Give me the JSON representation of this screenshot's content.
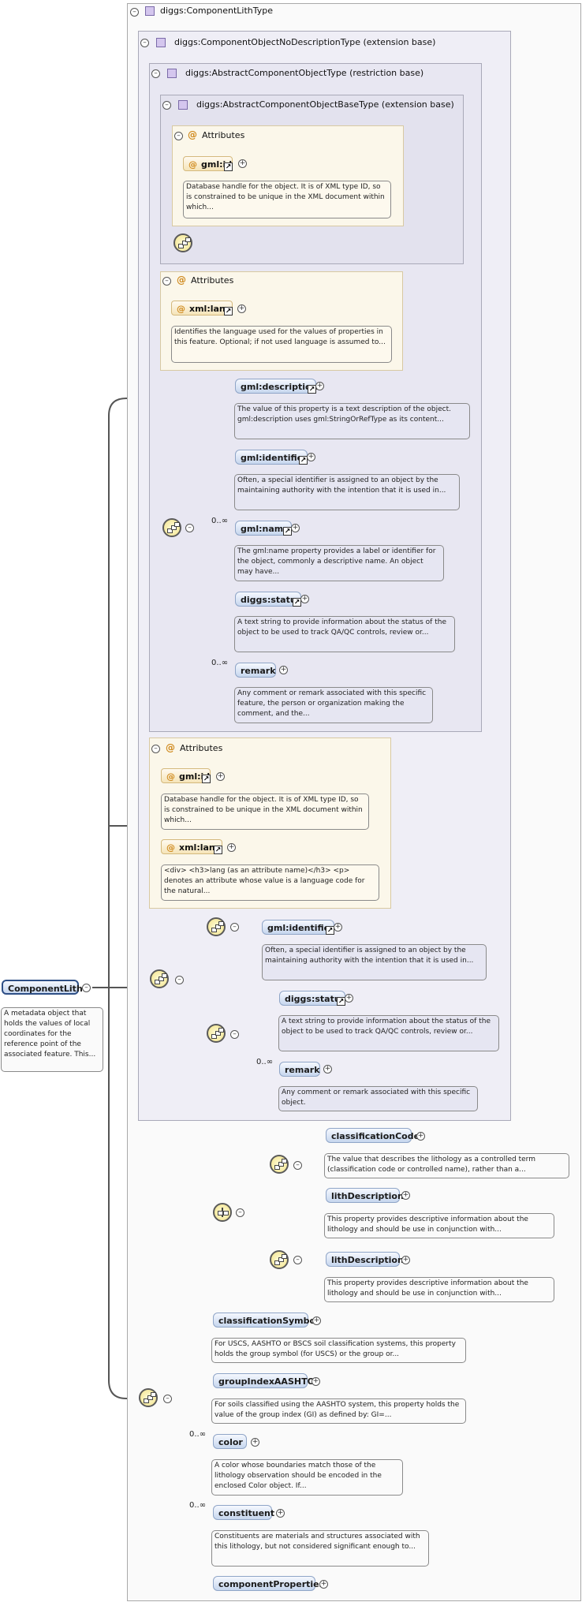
{
  "root": {
    "name": "ComponentLith",
    "desc": "A metadata object that holds the values of local coordinates for the reference point of the associated feature. This..."
  },
  "types": {
    "t1": "diggs:ComponentLithType",
    "t2": "diggs:ComponentObjectNoDescriptionType (extension base)",
    "t3": "diggs:AbstractComponentObjectType (restriction base)",
    "t4": "diggs:AbstractComponentObjectBaseType (extension base)"
  },
  "attributes_label": "Attributes",
  "attrA": {
    "name": "gml:id",
    "desc": "Database handle for the object. It is of XML type ID, so is constrained to be unique in the XML document within which..."
  },
  "attrB": {
    "name": "xml:lang",
    "desc": "Identifies the language used for the values of properties in this feature. Optional; if not used language is assumed to..."
  },
  "seqA": [
    {
      "name": "gml:description",
      "card": "",
      "desc": "The value of this property is a text description of the object. gml:description uses gml:StringOrRefType as its content..."
    },
    {
      "name": "gml:identifier",
      "card": "",
      "desc": "Often, a special identifier is assigned to an object by the maintaining authority with the intention that it is used in..."
    },
    {
      "name": "gml:name",
      "card": "0..∞",
      "desc": "The gml:name property provides a label or identifier for the object, commonly a descriptive name. An object may have..."
    },
    {
      "name": "diggs:status",
      "card": "",
      "desc": "A text string to provide information about the status of the object to be used to track QA/QC controls, review or..."
    },
    {
      "name": "remark",
      "card": "0..∞",
      "desc": "Any comment or remark associated with this specific feature, the person or organization making the comment, and the..."
    }
  ],
  "attrC": {
    "name": "gml:id",
    "desc": "Database handle for the object. It is of XML type ID, so is constrained to be unique in the XML document within which..."
  },
  "attrD": {
    "name": "xml:lang",
    "desc": "<div> <h3>lang (as an attribute name)</h3> <p> denotes an attribute whose value is a language code for the natural..."
  },
  "seqB": {
    "identifier": {
      "name": "gml:identifier",
      "desc": "Often, a special identifier is assigned to an object by the maintaining authority with the intention that it is used in..."
    },
    "status": {
      "name": "diggs:status",
      "desc": "A text string to provide information about the status of the object to be used to track QA/QC controls, review or..."
    },
    "remark": {
      "name": "remark",
      "card": "0..∞",
      "desc": "Any comment or remark associated with this specific object."
    }
  },
  "choice": {
    "classificationCode": {
      "name": "classificationCode",
      "desc": "The value that describes the lithology as a controlled term (classification code or controlled name), rather than a..."
    },
    "lithDescriptionA": {
      "name": "lithDescription",
      "desc": "This property provides descriptive information about the lithology and should be use in conjunction with..."
    },
    "lithDescriptionB": {
      "name": "lithDescription",
      "desc": "This property provides descriptive information about the lithology and should be use in conjunction with..."
    }
  },
  "seqC": [
    {
      "name": "classificationSymbol",
      "card": "",
      "desc": "For USCS, AASHTO or BSCS soil classification systems, this property holds the group symbol (for USCS) or the group or..."
    },
    {
      "name": "groupIndexAASHTO",
      "card": "",
      "desc": "For soils classified using the AASHTO system, this property holds the value of the group index (GI) as defined by: GI=..."
    },
    {
      "name": "color",
      "card": "0..∞",
      "desc": "A color whose boundaries match those of the lithology observation should be encoded in the enclosed Color object. If..."
    },
    {
      "name": "constituent",
      "card": "0..∞",
      "desc": "Constituents are materials and structures associated with this lithology, but not considered significant enough to..."
    },
    {
      "name": "componentProperties",
      "card": "",
      "desc": ""
    }
  ],
  "colors": {
    "wire": "#555555",
    "element": "#c6d6ee",
    "typebox": "#efeef6",
    "attrbox": "#fbf7ea"
  }
}
